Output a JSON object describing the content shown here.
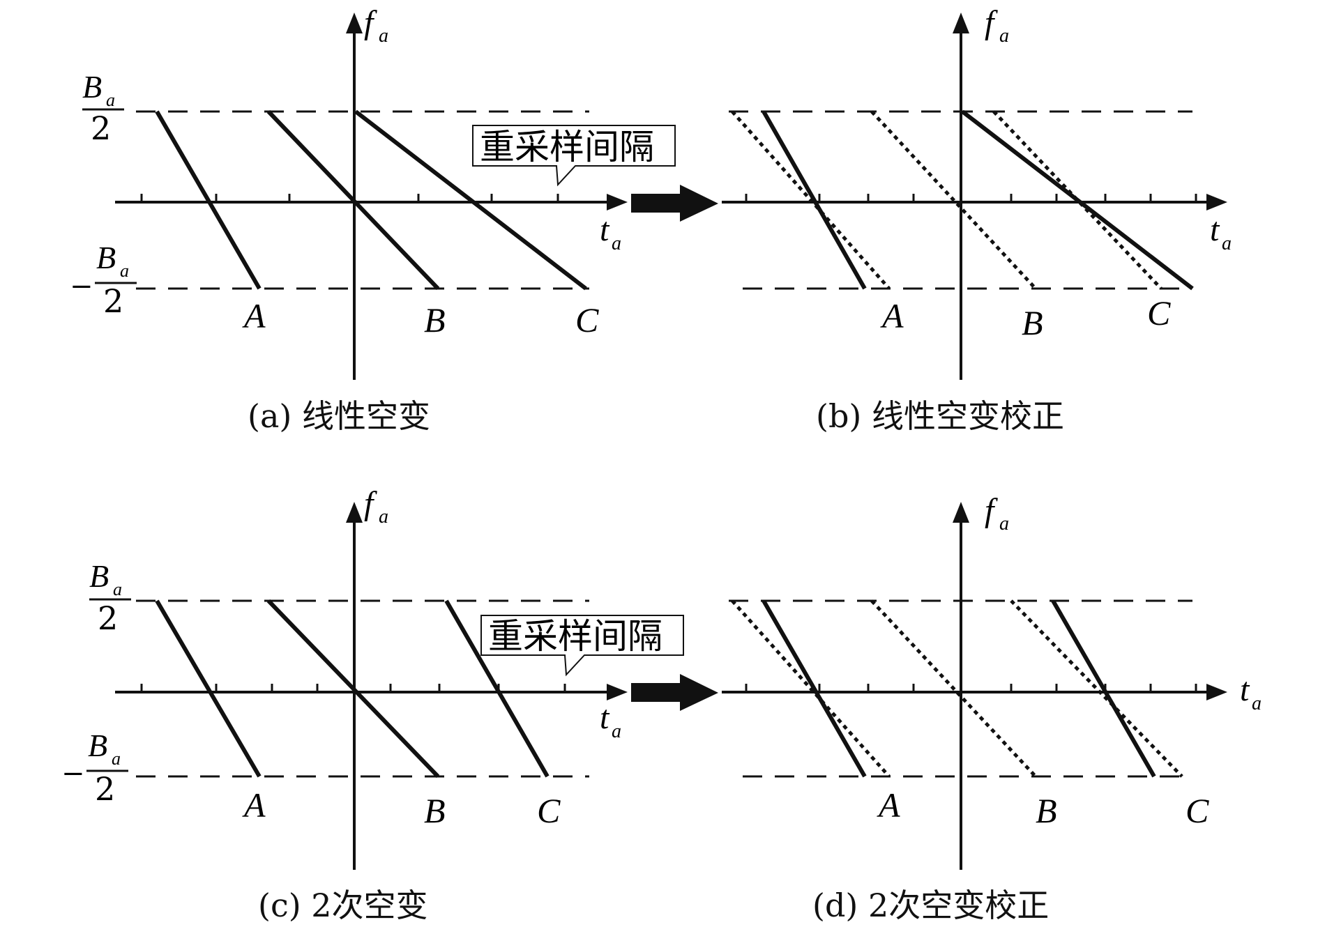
{
  "labels": {
    "f_axis": "f",
    "t_axis": "t",
    "subscript": "a",
    "band_top_num": "B",
    "band_den": "2",
    "minus": "−",
    "point_a": "A",
    "point_b": "B",
    "point_c": "C",
    "callout": "重采样间隔"
  },
  "captions": {
    "a": "(a) 线性空变",
    "b": "(b) 线性空变校正",
    "c": "(c) 2次空变",
    "d": "(d) 2次空变校正"
  },
  "colors": {
    "ink": "#111111",
    "background": "#ffffff"
  }
}
